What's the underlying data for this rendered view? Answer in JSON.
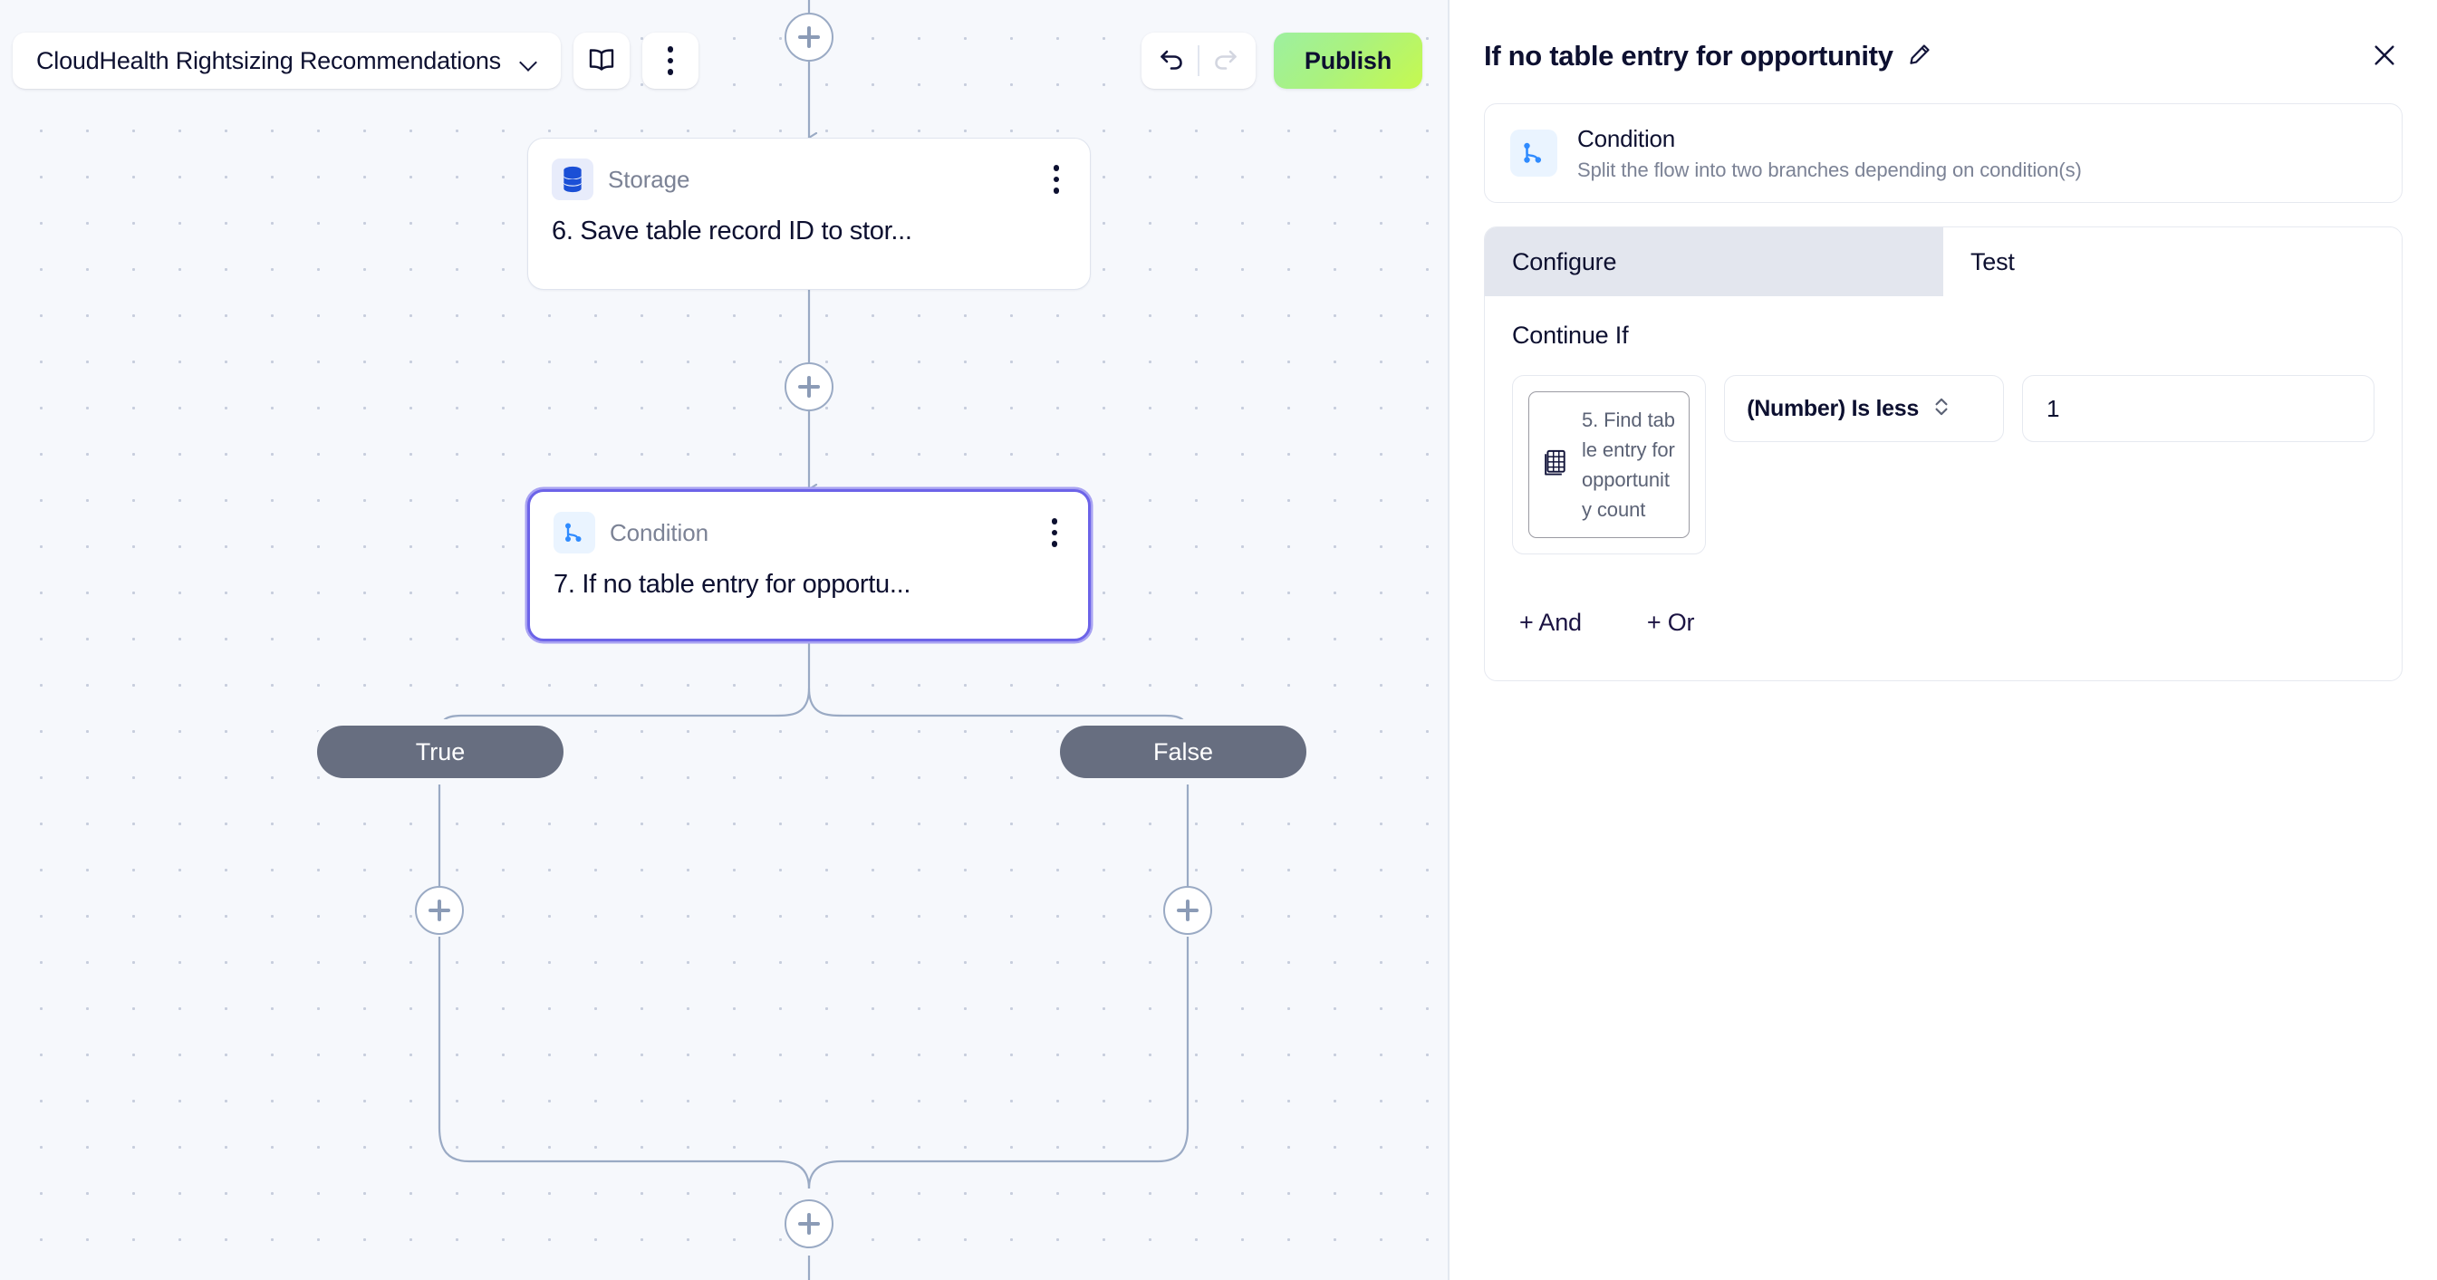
{
  "toolbar": {
    "flow_name": "CloudHealth Rightsizing Recommendations",
    "flow_chevron_icon": "chevron-down-icon",
    "docs_icon": "book-icon",
    "more_icon": "kebab-menu-icon",
    "undo_icon": "undo-arrow-icon",
    "redo_icon": "redo-arrow-icon",
    "publish_label": "Publish",
    "publish_color": "#b6f562"
  },
  "canvas": {
    "add_step_icon": "plus-circle-icon",
    "nodes": [
      {
        "kind": "Storage",
        "kind_icon": "database-icon",
        "title": "6. Save table record ID to stor...",
        "menu_icon": "kebab-menu-icon",
        "selected": false
      },
      {
        "kind": "Condition",
        "kind_icon": "branch-icon",
        "title": "7. If no table entry for opportu...",
        "menu_icon": "kebab-menu-icon",
        "selected": true
      }
    ],
    "branches": [
      {
        "label": "True"
      },
      {
        "label": "False"
      }
    ]
  },
  "panel": {
    "title": "If no table entry for opportunity",
    "edit_icon": "pencil-icon",
    "close_icon": "close-x-icon",
    "card": {
      "icon": "branch-icon",
      "name": "Condition",
      "description": "Split the flow into two branches depending on condition(s)"
    },
    "tabs": [
      {
        "label": "Configure",
        "active": true
      },
      {
        "label": "Test",
        "active": false
      }
    ],
    "section_label": "Continue If",
    "condition": {
      "token_icon": "table-icon",
      "token_text": "5. Find table entry for opportunity count",
      "operator": "(Number) Is less",
      "operator_icon": "chevron-up-down-icon",
      "value": "1"
    },
    "add_and_label": "+ And",
    "add_or_label": "+ Or"
  }
}
